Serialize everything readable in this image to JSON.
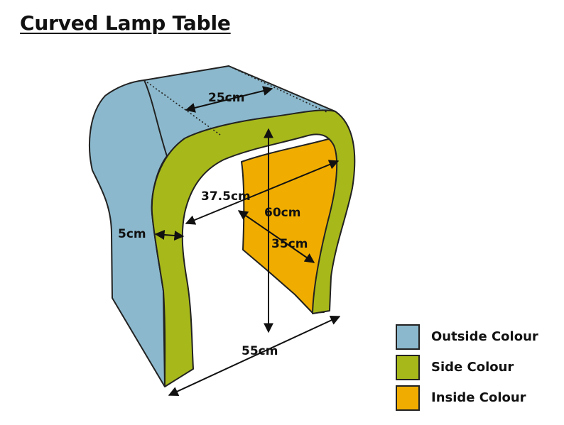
{
  "title": "Curved Lamp Table",
  "dimensions": {
    "depth": "25cm",
    "inner_span": "37.5cm",
    "height": "60cm",
    "thickness": "5cm",
    "inner_depth": "35cm",
    "width": "55cm"
  },
  "legend": [
    {
      "label": "Outside Colour",
      "color": "#8bb8cc"
    },
    {
      "label": "Side Colour",
      "color": "#a7b81a"
    },
    {
      "label": "Inside Colour",
      "color": "#f0ad00"
    }
  ]
}
